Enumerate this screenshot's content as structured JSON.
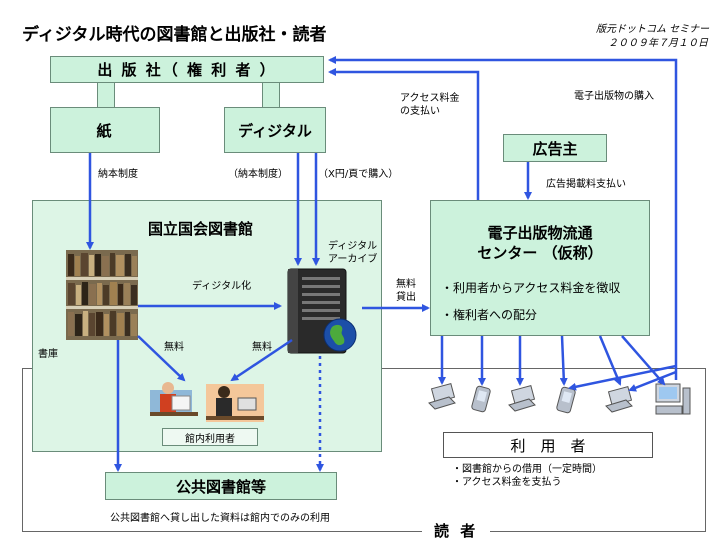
{
  "title": "ディジタル時代の図書館と出版社・読者",
  "source": "版元ドットコム セミナー",
  "date": "２００９年７月１０日",
  "nodes": {
    "publisher": "出 版 社（ 権 利 者 ）",
    "paper": "紙",
    "digital": "ディジタル",
    "ndl": "国立国会図書館",
    "advertiser": "広告主",
    "center": "電子出版物流通\nセンター （仮称）",
    "center_items": [
      "・利用者からアクセス料金を徴収",
      "・権利者への配分"
    ],
    "users": "利　用　者",
    "users_notes": [
      "・図書館からの借用（一定時間）",
      "・アクセス料金を支払う"
    ],
    "public_library": "公共図書館等",
    "in_library_users": "館内利用者",
    "readers": "読 者"
  },
  "labels": {
    "deposit": "納本制度",
    "deposit_paren": "（納本制度）",
    "purchase": "（X円/頁で購入）",
    "digital_archive": "ディジタル\nアーカイブ",
    "digitization": "ディジタル化",
    "stacks": "書庫",
    "free_left": "無料",
    "free_right": "無料",
    "free_lend": "無料\n貸出",
    "access_fee": "アクセス料金\nの支払い",
    "ebook_purchase": "電子出版物の購入",
    "ad_fee": "広告掲載料支払い",
    "public_note": "公共図書館へ貸し出した資料は館内でのみの利用"
  },
  "colors": {
    "box_fill": "#ccf2dc",
    "ndl_fill": "#ddf5e6",
    "arrow": "#2f55e0"
  }
}
